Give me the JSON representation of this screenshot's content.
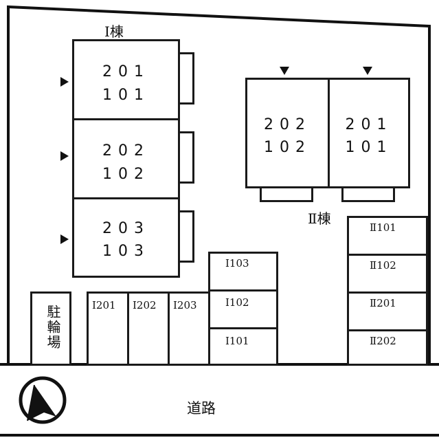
{
  "building_1": {
    "title": "Ⅰ棟",
    "units": [
      {
        "upper": "201",
        "lower": "101"
      },
      {
        "upper": "202",
        "lower": "102"
      },
      {
        "upper": "203",
        "lower": "103"
      }
    ]
  },
  "building_2": {
    "title": "Ⅱ棟",
    "units": [
      {
        "upper": "202",
        "lower": "102"
      },
      {
        "upper": "201",
        "lower": "101"
      }
    ]
  },
  "bicycle_parking": {
    "label": "駐輪場"
  },
  "parking": {
    "row_bottom": [
      "Ⅰ201",
      "Ⅰ202",
      "Ⅰ203"
    ],
    "column_middle": [
      "Ⅰ103",
      "Ⅰ102",
      "Ⅰ101"
    ],
    "column_right": [
      "Ⅱ101",
      "Ⅱ102",
      "Ⅱ201",
      "Ⅱ202"
    ]
  },
  "road": {
    "label": "道路"
  },
  "compass": {
    "icon": "north-arrow-icon"
  }
}
